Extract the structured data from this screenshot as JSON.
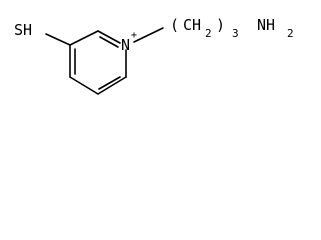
{
  "molecule": {
    "atoms": {
      "thiol": "SH",
      "ring_nitrogen": "N",
      "ring_charge": "+",
      "chain_left_paren": "(",
      "chain_ch2": "CH",
      "chain_sub2": "2",
      "chain_right_paren": ")",
      "chain_repeat": "3",
      "amine": "NH",
      "amine_sub": "2"
    }
  }
}
